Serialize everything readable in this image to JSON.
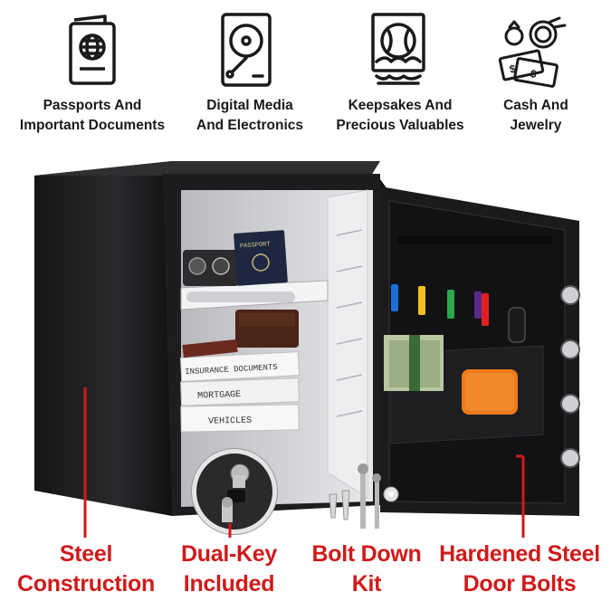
{
  "features_top": [
    {
      "icon": "passport-icon",
      "line1": "Passports And",
      "line2": "Important Documents"
    },
    {
      "icon": "hard-drive-icon",
      "line1": "Digital Media",
      "line2": "And Electronics"
    },
    {
      "icon": "baseball-frame-icon",
      "line1": "Keepsakes And",
      "line2": "Precious Valuables"
    },
    {
      "icon": "ring-and-cash-icon",
      "line1": "Cash And",
      "line2": "Jewelry"
    }
  ],
  "features_bottom": [
    {
      "line1": "Steel",
      "line2": "Construction"
    },
    {
      "line1": "Dual-Key",
      "line2": "Included"
    },
    {
      "line1": "Bolt Down",
      "line2": "Kit"
    },
    {
      "line1": "Hardened Steel",
      "line2": "Door Bolts"
    }
  ],
  "safe_contents": {
    "passport_text": "PASSPORT",
    "binder_1": "INSURANCE DOCUMENTS",
    "binder_2": "MORTGAGE",
    "binder_3": "VEHICLES"
  },
  "colors": {
    "accent": "#d01a1a",
    "safe_body": "#1c1c1e",
    "interior": "#d9dadc"
  }
}
